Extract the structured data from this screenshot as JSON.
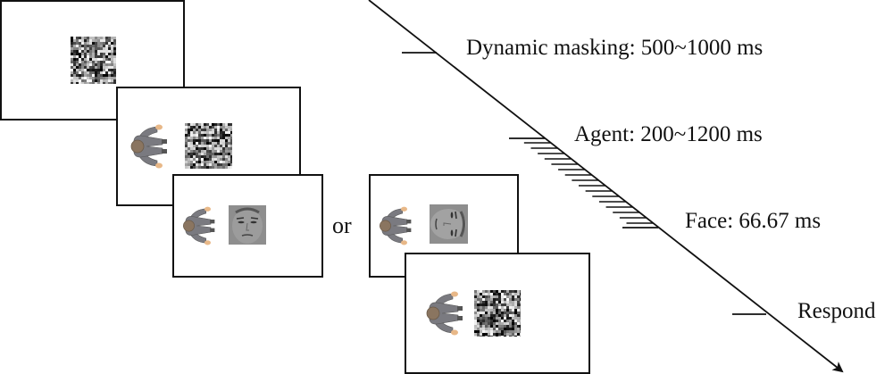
{
  "figure": {
    "type": "experimental trial sequence",
    "connector_text": "or",
    "frames": [
      {
        "id": "frame-1",
        "content": [
          "noise-mask"
        ]
      },
      {
        "id": "frame-2",
        "content": [
          "agent-figure",
          "noise-mask"
        ]
      },
      {
        "id": "frame-3",
        "content": [
          "agent-figure",
          "upright-face"
        ]
      },
      {
        "id": "frame-4",
        "content": [
          "agent-figure",
          "rotated-face"
        ]
      },
      {
        "id": "frame-5",
        "content": [
          "agent-figure",
          "noise-mask"
        ]
      }
    ]
  },
  "timeline": {
    "stages": [
      {
        "name": "Dynamic masking",
        "label": "Dynamic masking: 500~1000 ms",
        "duration_ms": "500~1000"
      },
      {
        "name": "Agent",
        "label": "Agent: 200~1200 ms",
        "duration_ms": "200~1200",
        "hatched": true
      },
      {
        "name": "Face",
        "label": "Face: 66.67 ms",
        "duration_ms": "66.67"
      },
      {
        "name": "Respond",
        "label": "Respond"
      }
    ]
  },
  "colors": {
    "line": "#111111",
    "suit": "#7a7a80",
    "head": "#8a7560",
    "hand": "#e8b888",
    "face_gray": "#8c8c8c"
  }
}
